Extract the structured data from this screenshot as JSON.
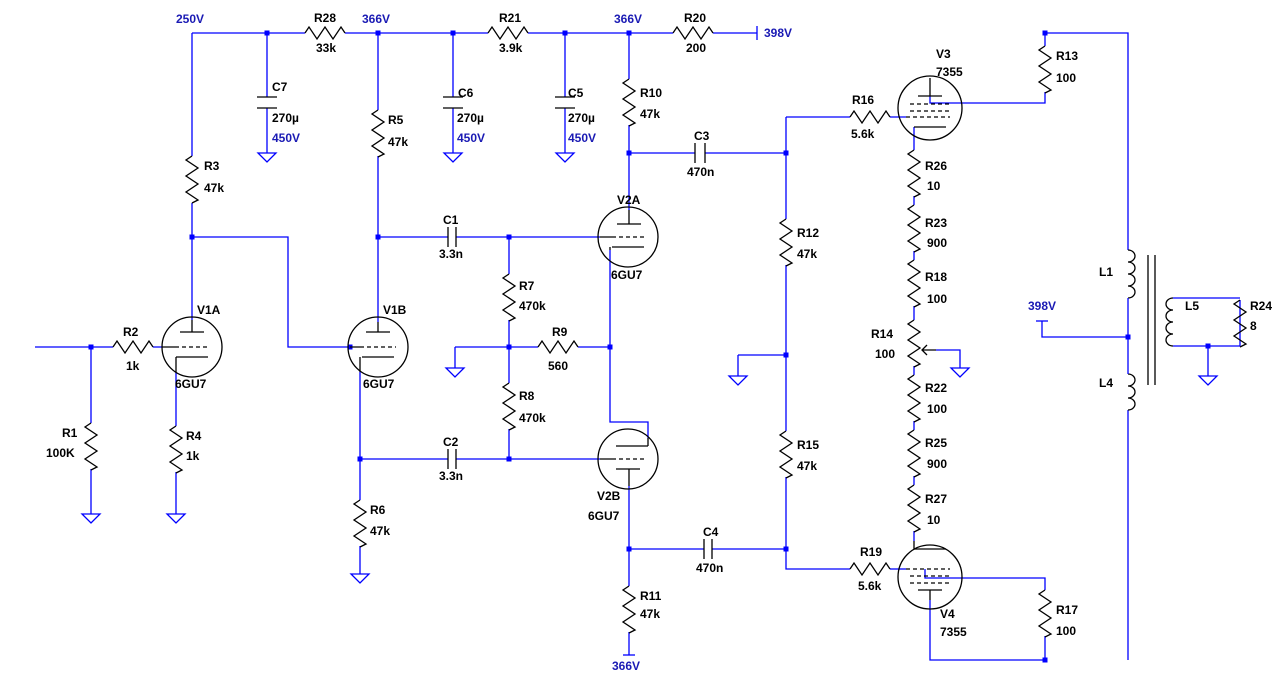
{
  "title": "",
  "labels": {
    "R28": {
      "name": "R28",
      "value": "33k"
    },
    "R21": {
      "name": "R21",
      "value": "3.9k"
    },
    "R20": {
      "name": "R20",
      "value": "200"
    },
    "R10": {
      "name": "R10",
      "value": "47k"
    },
    "R3": {
      "name": "R3",
      "value": "47k"
    },
    "R5": {
      "name": "R5",
      "value": "47k"
    },
    "R2": {
      "name": "R2",
      "value": "1k"
    },
    "R1": {
      "name": "R1",
      "value": "100K"
    },
    "R4": {
      "name": "R4",
      "value": "1k"
    },
    "R6": {
      "name": "R6",
      "value": "47k"
    },
    "R7": {
      "name": "R7",
      "value": "470k"
    },
    "R8": {
      "name": "R8",
      "value": "470k"
    },
    "R9": {
      "name": "R9",
      "value": "560"
    },
    "R11": {
      "name": "R11",
      "value": "47k"
    },
    "R12": {
      "name": "R12",
      "value": "47k"
    },
    "R15": {
      "name": "R15",
      "value": "47k"
    },
    "R16": {
      "name": "R16",
      "value": "5.6k"
    },
    "R19": {
      "name": "R19",
      "value": "5.6k"
    },
    "R13": {
      "name": "R13",
      "value": "100"
    },
    "R17": {
      "name": "R17",
      "value": "100"
    },
    "R26": {
      "name": "R26",
      "value": "10"
    },
    "R23": {
      "name": "R23",
      "value": "900"
    },
    "R18": {
      "name": "R18",
      "value": "100"
    },
    "R14": {
      "name": "R14",
      "value": "100"
    },
    "R22": {
      "name": "R22",
      "value": "100"
    },
    "R25": {
      "name": "R25",
      "value": "900"
    },
    "R27": {
      "name": "R27",
      "value": "10"
    },
    "R24": {
      "name": "R24",
      "value": "8"
    },
    "C7": {
      "name": "C7",
      "value": "270µ",
      "voltage": "450V"
    },
    "C6": {
      "name": "C6",
      "value": "270µ",
      "voltage": "450V"
    },
    "C5": {
      "name": "C5",
      "value": "270µ",
      "voltage": "450V"
    },
    "C1": {
      "name": "C1",
      "value": "3.3n"
    },
    "C2": {
      "name": "C2",
      "value": "3.3n"
    },
    "C3": {
      "name": "C3",
      "value": "470n"
    },
    "C4": {
      "name": "C4",
      "value": "470n"
    },
    "V1A": {
      "name": "V1A",
      "type": "6GU7"
    },
    "V1B": {
      "name": "V1B",
      "type": "6GU7"
    },
    "V2A": {
      "name": "V2A",
      "type": "6GU7"
    },
    "V2B": {
      "name": "V2B",
      "type": "6GU7"
    },
    "V3": {
      "name": "V3",
      "type": "7355"
    },
    "V4": {
      "name": "V4",
      "type": "7355"
    },
    "L1": {
      "name": "L1"
    },
    "L4": {
      "name": "L4"
    },
    "L5": {
      "name": "L5"
    }
  },
  "net_labels": {
    "n250": "250V",
    "n366a": "366V",
    "n366b": "366V",
    "n398": "398V",
    "n398b": "398V",
    "n366c": "366V"
  },
  "colors": {
    "wire": "#0000ff",
    "component": "#000000",
    "net_label": "#1a1ab4"
  }
}
